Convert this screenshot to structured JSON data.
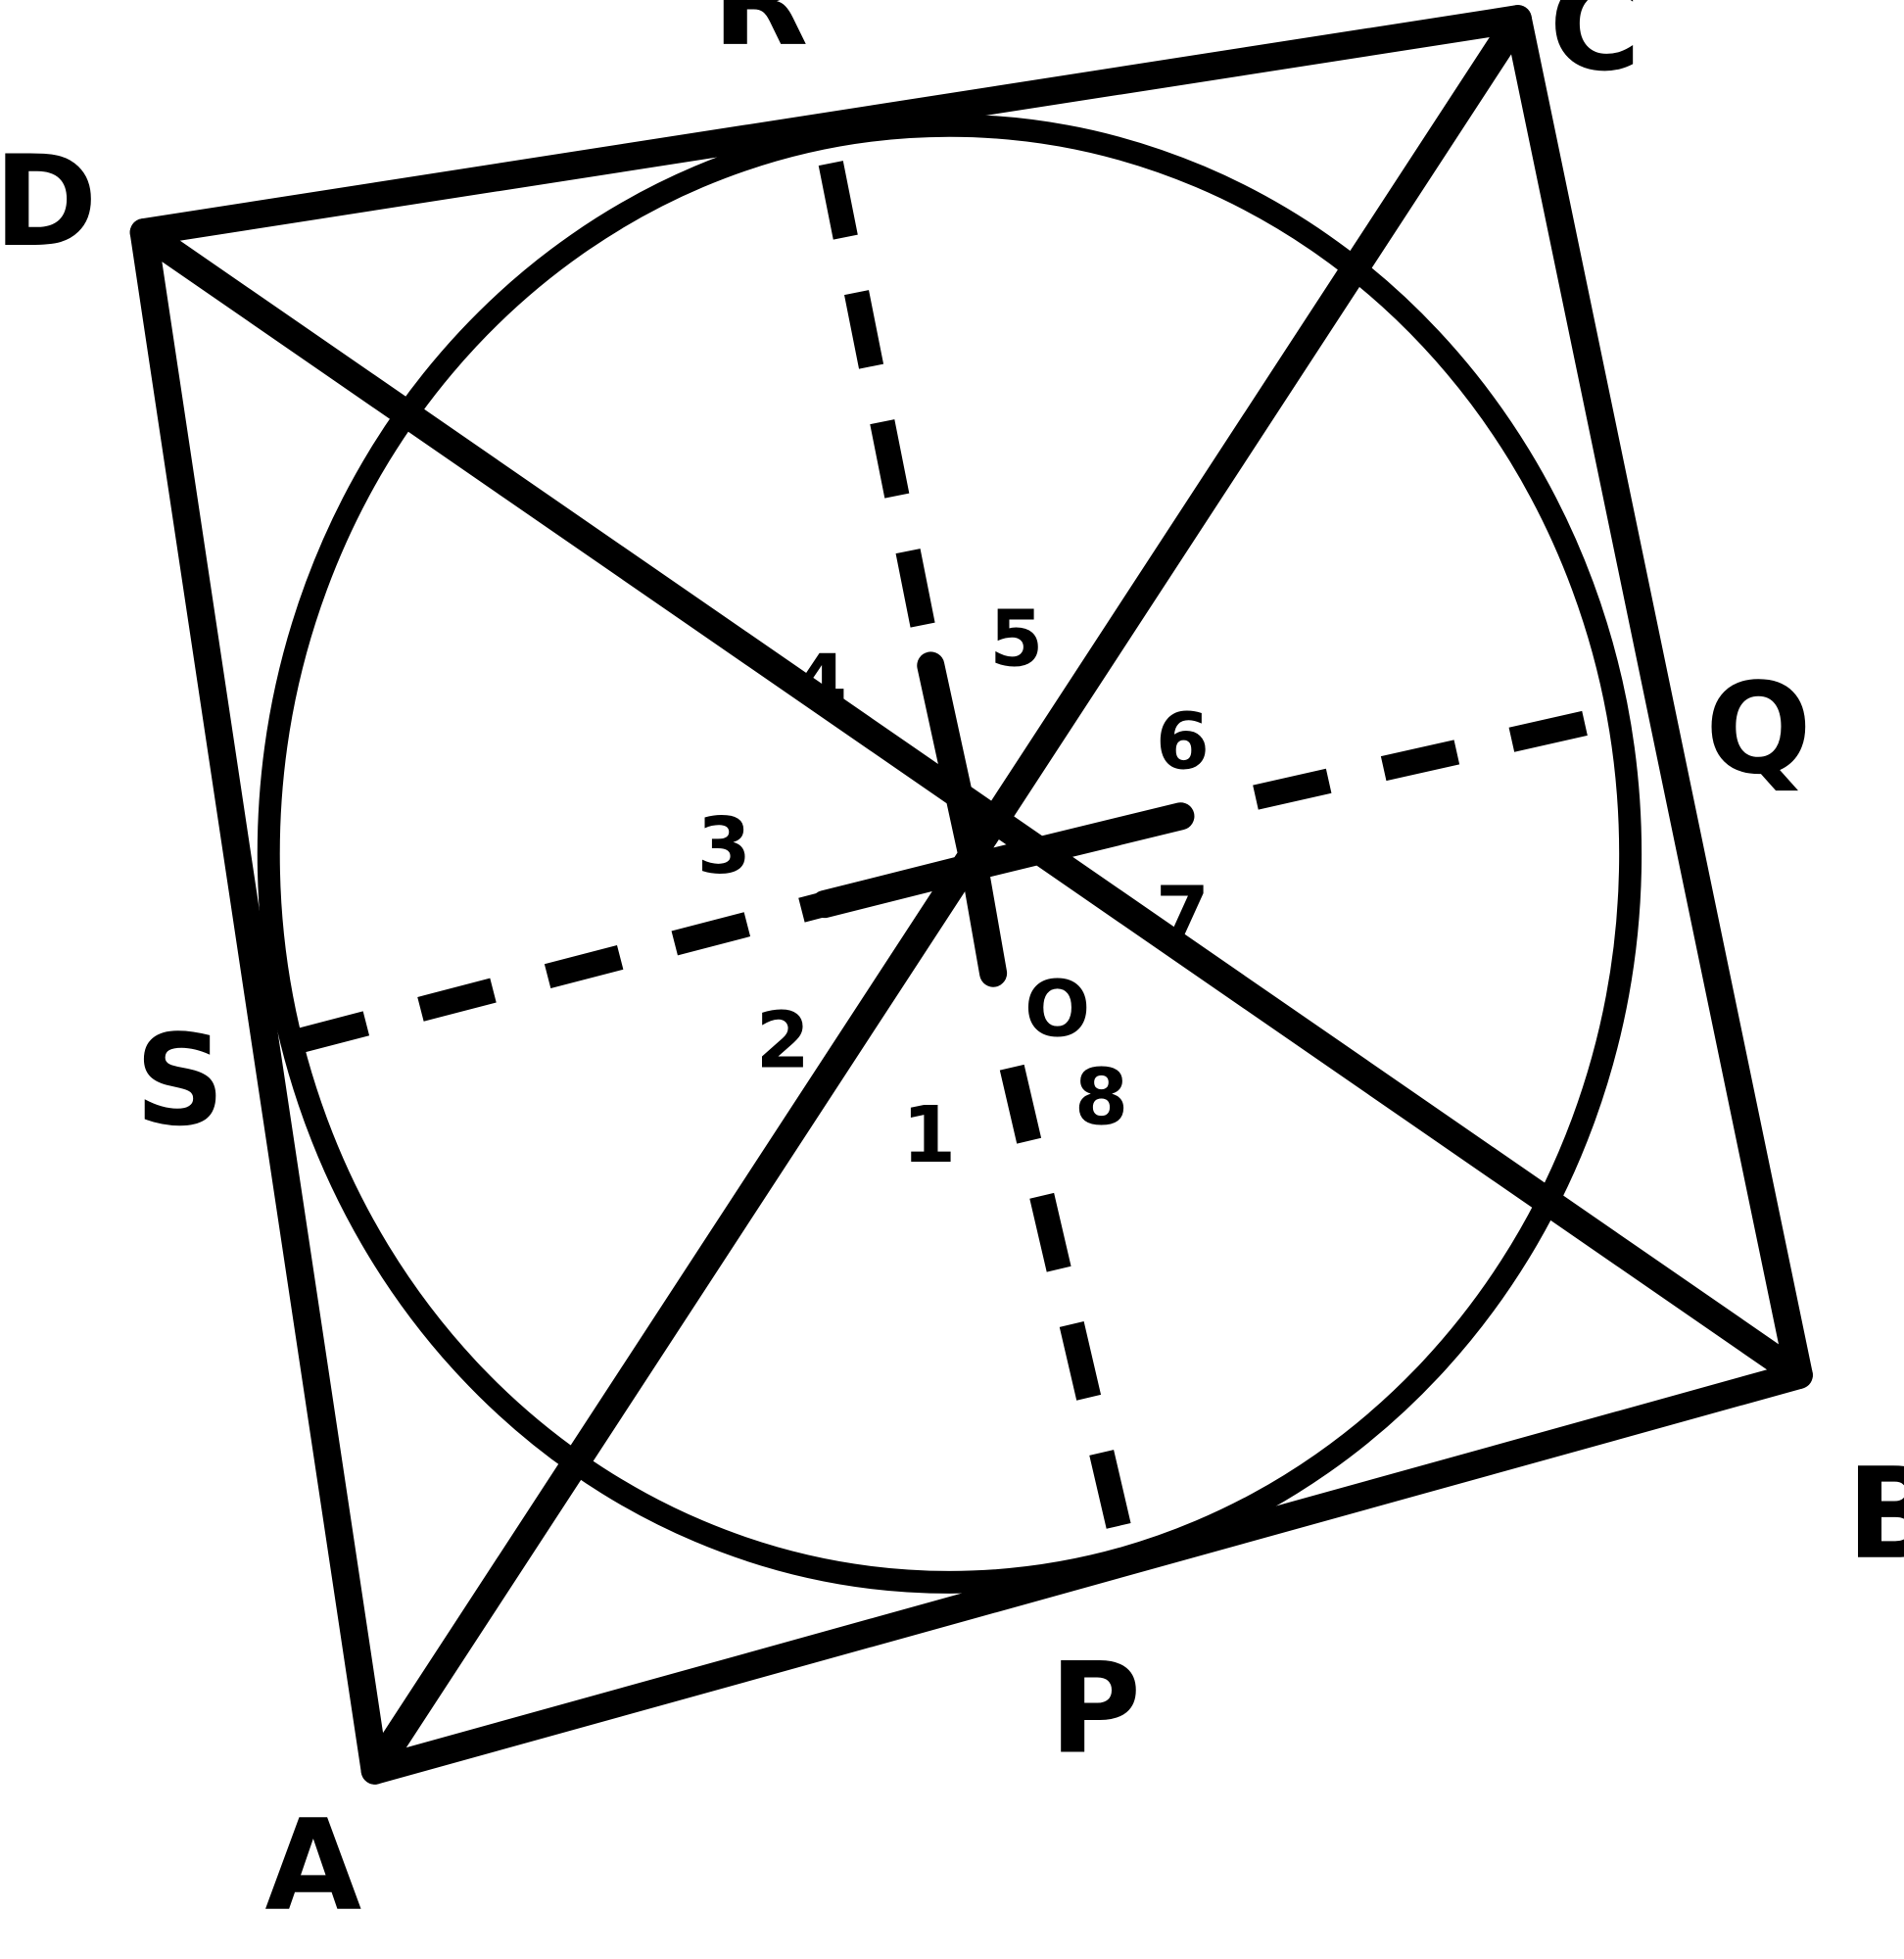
{
  "vertices": {
    "A": "A",
    "B": "B",
    "C": "C",
    "D": "D"
  },
  "tangent_points": {
    "P": "P",
    "Q": "Q",
    "R": "R",
    "S": "S"
  },
  "center": "O",
  "angles": [
    "1",
    "2",
    "3",
    "4",
    "5",
    "6",
    "7",
    "8"
  ],
  "colors": {
    "stroke": "#000000",
    "background": "#ffffff"
  }
}
